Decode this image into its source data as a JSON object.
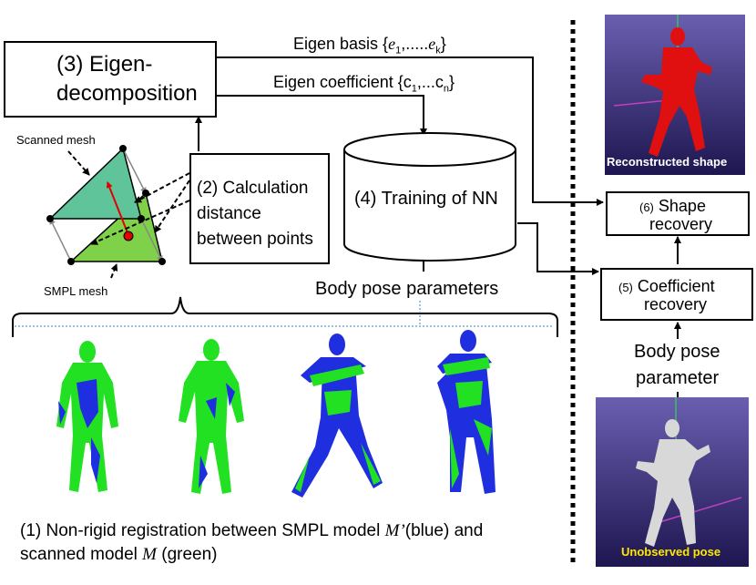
{
  "boxes": {
    "eigen_decomposition": [
      "(3) Eigen-",
      "decomposition"
    ],
    "calculation": [
      "(2) Calculation",
      "distance",
      "between points"
    ],
    "training": "(4) Training of NN",
    "shape_recovery": [
      "(6)",
      "Shape",
      "recovery"
    ],
    "coefficient_recovery": [
      "(5)",
      "Coefficient",
      "recovery"
    ]
  },
  "labels": {
    "eigen_basis": {
      "text": "Eigen basis {",
      "e1": "e",
      "sub1": "1",
      "mid": ",.....",
      "ek": "e",
      "subk": "k",
      "close": "}"
    },
    "eigen_coefficient": {
      "text": "Eigen coefficient {c",
      "sub1": "1",
      "mid": ",...c",
      "subn": "n",
      "close": "}"
    },
    "body_pose_parameters": "Body pose parameters",
    "body_pose_parameter": [
      "Body pose",
      "parameter"
    ],
    "scanned_mesh": "Scanned mesh",
    "smpl_mesh": "SMPL mesh",
    "registration_caption": {
      "line1_a": "(1) Non-rigid registration between SMPL model ",
      "line1_m": "M’",
      "line1_b": "(blue) and",
      "line2_a": "scanned model ",
      "line2_m": "M",
      "line2_b": " (green)"
    },
    "reconstructed_shape": "Reconstructed shape",
    "unobserved_pose": "Unobserved pose"
  },
  "colors": {
    "scanned_mesh": "#5fc49a",
    "smpl_mesh": "#7fd14a",
    "blue_model": "#1f2fe0",
    "green_model": "#22e022",
    "reconstructed": "#e01010",
    "unobserved_text": "#ffe800",
    "photo_bg_top": "#6a5fb0",
    "photo_bg_bottom": "#1e1650"
  }
}
